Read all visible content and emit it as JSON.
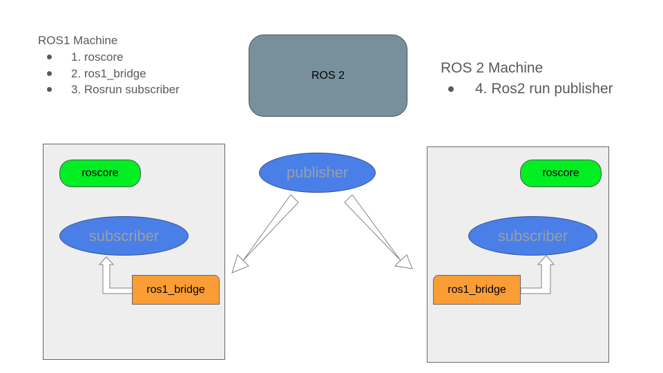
{
  "ros1_machine": {
    "title": "ROS1 Machine",
    "steps": [
      "1. roscore",
      "2. ros1_bridge",
      "3. Rosrun subscriber"
    ]
  },
  "ros2_machine": {
    "title": "ROS 2 Machine",
    "steps": [
      "4. Ros2 run publisher"
    ]
  },
  "ros2_box": {
    "label": "ROS 2"
  },
  "publisher": {
    "label": "publisher"
  },
  "left_machine": {
    "roscore_label": "roscore",
    "subscriber_label": "subscriber",
    "bridge_label": "ros1_bridge"
  },
  "right_machine": {
    "roscore_label": "roscore",
    "subscriber_label": "subscriber",
    "bridge_label": "ros1_bridge"
  },
  "colors": {
    "ros2_box": "#78909c",
    "panel": "#eeeeee",
    "roscore": "#00ee22",
    "ellipse": "#4a7fe8",
    "ellipse_text": "#9aa0a6",
    "bridge": "#fb9d35"
  }
}
